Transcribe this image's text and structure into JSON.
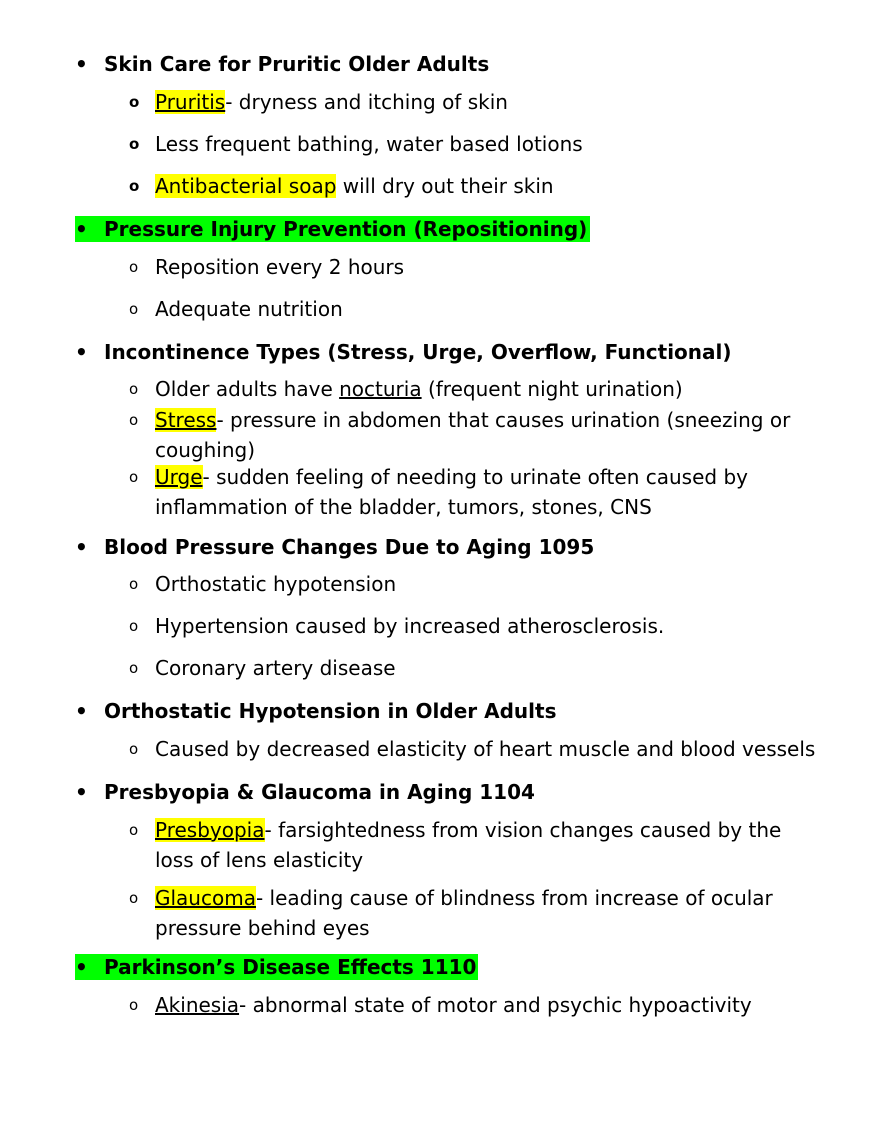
{
  "sections": [
    {
      "heading": "Skin Care for Pruritic Older Adults",
      "items": [
        {
          "term": "Pruritis",
          "rest": "- dryness and itching of skin"
        },
        {
          "text": "Less frequent bathing, water based lotions"
        },
        {
          "term": "Antibacterial soap",
          "rest": " will dry out their skin"
        }
      ]
    },
    {
      "heading": "Pressure Injury Prevention (Repositioning)",
      "items": [
        {
          "text": "Reposition every 2 hours"
        },
        {
          "text": "Adequate nutrition"
        }
      ]
    },
    {
      "heading": "Incontinence Types (Stress, Urge, Overflow, Functional)",
      "items": [
        {
          "pre": "Older adults have ",
          "term": "nocturia",
          "rest": " (frequent night urination)"
        },
        {
          "term": "Stress",
          "rest": "- pressure in abdomen that causes urination (sneezing or",
          "line2": "coughing)"
        },
        {
          "term": "Urge",
          "rest": "- sudden feeling of needing to urinate often caused by",
          "line2": "inflammation of the bladder, tumors, stones, CNS"
        }
      ]
    },
    {
      "heading": "Blood Pressure Changes Due to Aging 1095",
      "items": [
        {
          "text": "Orthostatic hypotension"
        },
        {
          "text": "Hypertension caused by increased atherosclerosis."
        },
        {
          "text": "Coronary artery disease"
        }
      ]
    },
    {
      "heading": "Orthostatic Hypotension in Older Adults",
      "items": [
        {
          "text": "Caused by decreased elasticity of heart muscle and blood vessels"
        }
      ]
    },
    {
      "heading": "Presbyopia & Glaucoma in Aging 1104",
      "items": [
        {
          "term": "Presbyopia",
          "rest": "- farsightedness from vision changes caused by the",
          "line2": "loss of lens elasticity"
        },
        {
          "term": "Glaucoma",
          "rest": "- leading cause of blindness from increase of ocular",
          "line2": "pressure behind eyes"
        }
      ]
    },
    {
      "heading": "Parkinson’s Disease Effects 1110",
      "items": [
        {
          "term": "Akinesia",
          "rest": "- abnormal state of motor and psychic hypoactivity"
        }
      ]
    }
  ],
  "markers": {
    "bullet": "•",
    "sub": "o"
  },
  "colors": {
    "highlight_yellow": "#ffff00",
    "highlight_green": "#00ff00"
  }
}
